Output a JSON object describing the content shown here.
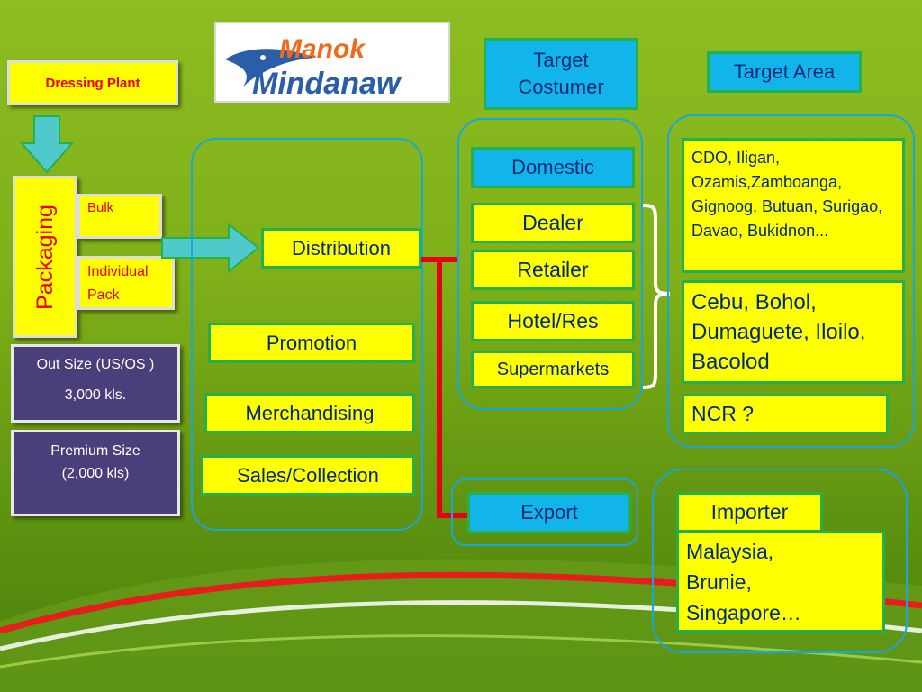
{
  "logo": {
    "line1": "Manok",
    "line2": "Mindanaw"
  },
  "dressing_plant": "Dressing Plant",
  "packaging": {
    "label": "Packaging",
    "bulk": "Bulk",
    "individual_line1": "Individual",
    "individual_line2": "Pack"
  },
  "out_size": {
    "line1": "Out Size (US/OS )",
    "line2": "3,000 kls."
  },
  "premium_size": {
    "line1": "Premium Size",
    "line2": "(2,000 kls)"
  },
  "activities": {
    "distribution": "Distribution",
    "promotion": "Promotion",
    "merchandising": "Merchandising",
    "sales": "Sales/Collection"
  },
  "target_customer": {
    "line1": "Target",
    "line2": "Costumer"
  },
  "target_area": "Target Area",
  "domestic": {
    "label": "Domestic",
    "dealer": "Dealer",
    "retailer": "Retailer",
    "hotel": "Hotel/Res",
    "supermarkets": "Supermarkets"
  },
  "export": "Export",
  "importer": "Importer",
  "areas": {
    "mindanao": "CDO, Iligan, Ozamis,Zamboanga, Gignoog, Butuan, Surigao, Davao, Bukidnon...",
    "visayas": "Cebu, Bohol, Dumaguete, Iloilo, Bacolod",
    "ncr": "NCR ?",
    "export_countries_line1": "Malaysia,",
    "export_countries_line2": "Brunie,",
    "export_countries_line3": "Singapore…"
  },
  "colors": {
    "box_fill": "#ffff00",
    "box_border": "#22b14c",
    "cyan_fill": "#11b5ea",
    "navy_fill": "#4a3f7a",
    "connector_red": "#e8001a",
    "group_outline": "#19a6d8",
    "arrow_fill": "#4fc9cc"
  }
}
